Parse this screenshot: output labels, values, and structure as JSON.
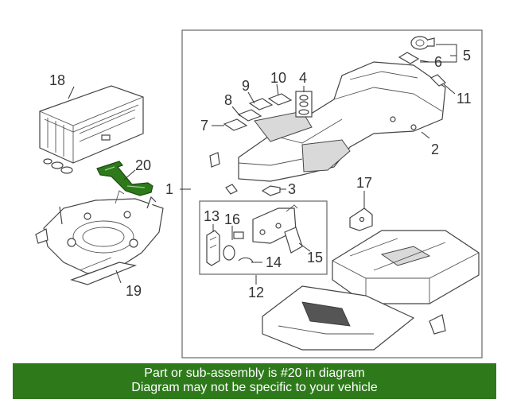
{
  "callouts": {
    "c1": "1",
    "c2": "2",
    "c3": "3",
    "c4": "4",
    "c5": "5",
    "c6": "6",
    "c7": "7",
    "c8": "8",
    "c9": "9",
    "c10": "10",
    "c11": "11",
    "c12": "12",
    "c13": "13",
    "c14": "14",
    "c15": "15",
    "c16": "16",
    "c17": "17",
    "c18": "18",
    "c19": "19",
    "c20": "20"
  },
  "highlight_color": "#2e7a1b",
  "banner": {
    "line1": "Part or sub-assembly is #20 in diagram",
    "line2": "Diagram may not be specific to your vehicle"
  }
}
